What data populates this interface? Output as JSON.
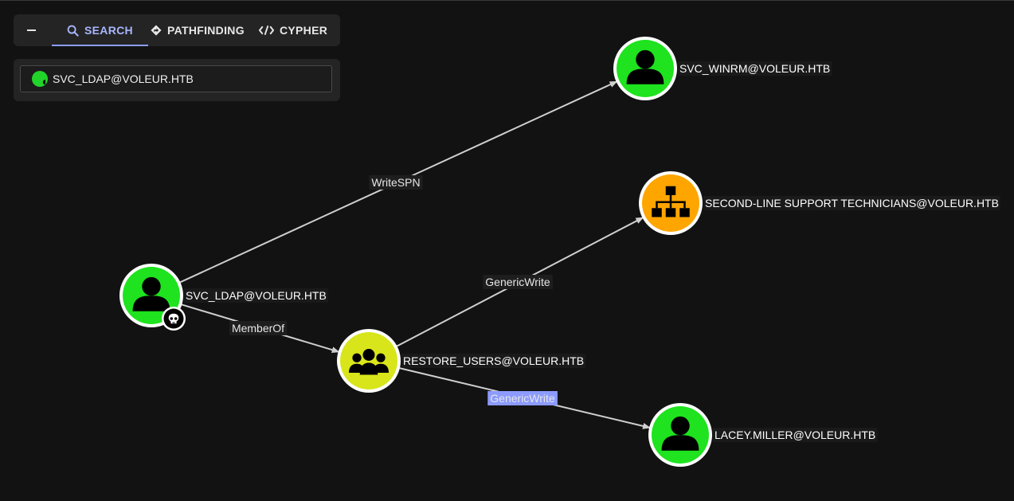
{
  "panel": {
    "tabs": [
      {
        "label": "SEARCH",
        "icon": "search-icon",
        "active": true
      },
      {
        "label": "PATHFINDING",
        "icon": "directions-icon",
        "active": false
      },
      {
        "label": "CYPHER",
        "icon": "code-icon",
        "active": false
      }
    ],
    "search": {
      "value": "SVC_LDAP@VOLEUR.HTB",
      "icon": "user-icon"
    }
  },
  "graph": {
    "colors": {
      "user": "#1ee31e",
      "group": "#d8e51b",
      "ou": "#ffa500",
      "edge": "#cfcfcf",
      "highlight_edge_label": "#8c9bff"
    },
    "nodes": [
      {
        "id": "svc_ldap",
        "label": "SVC_LDAP@VOLEUR.HTB",
        "kind": "user",
        "icon": "user-icon",
        "badge": "skull-icon"
      },
      {
        "id": "svc_winrm",
        "label": "SVC_WINRM@VOLEUR.HTB",
        "kind": "user",
        "icon": "user-icon"
      },
      {
        "id": "second_line",
        "label": "SECOND-LINE SUPPORT TECHNICIANS@VOLEUR.HTB",
        "kind": "ou",
        "icon": "sitemap-icon"
      },
      {
        "id": "restore_users",
        "label": "RESTORE_USERS@VOLEUR.HTB",
        "kind": "group",
        "icon": "users-icon"
      },
      {
        "id": "lacey_miller",
        "label": "LACEY.MILLER@VOLEUR.HTB",
        "kind": "user",
        "icon": "user-icon"
      }
    ],
    "edges": [
      {
        "from": "svc_ldap",
        "to": "svc_winrm",
        "label": "WriteSPN",
        "highlighted": false
      },
      {
        "from": "svc_ldap",
        "to": "restore_users",
        "label": "MemberOf",
        "highlighted": false
      },
      {
        "from": "restore_users",
        "to": "second_line",
        "label": "GenericWrite",
        "highlighted": false
      },
      {
        "from": "restore_users",
        "to": "lacey_miller",
        "label": "GenericWrite",
        "highlighted": true
      }
    ]
  }
}
